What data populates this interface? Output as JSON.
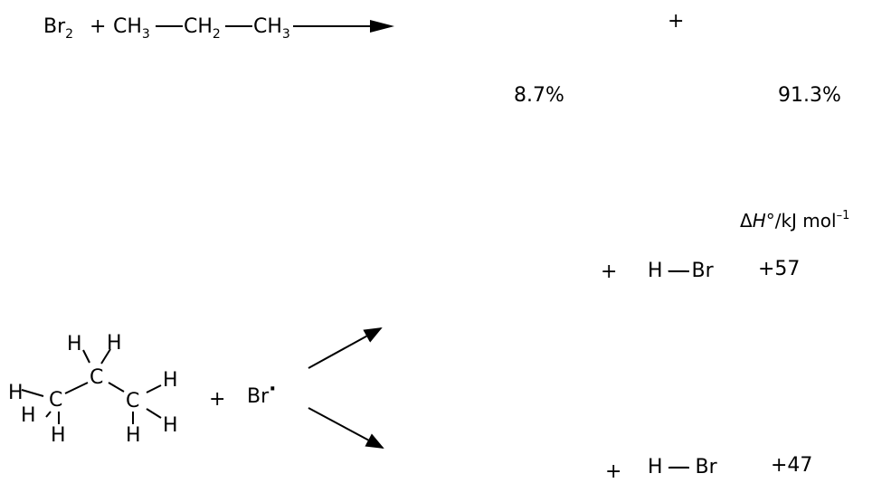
{
  "reaction": {
    "reactant_br": "Br",
    "reactant_br_sub": "2",
    "plus": "+",
    "propane_ch3a": "CH",
    "propane_ch3a_sub": "3",
    "propane_ch2": "CH",
    "propane_ch2_sub": "2",
    "propane_ch3b": "CH",
    "propane_ch3b_sub": "3",
    "product_plus": "+",
    "yield_1": "8.7%",
    "yield_2": "91.3%"
  },
  "thermo": {
    "header_delta": "Δ",
    "header_h": "H",
    "header_rest": "°/kJ mol",
    "header_sup": "–1",
    "row1_plus": "+",
    "row1_hbr": "H — Br",
    "row1_value": "+57",
    "row2_plus": "+",
    "row2_hbr": "H — Br",
    "row2_value": "+47"
  },
  "propane_structure": {
    "atom_c": "C",
    "atom_h": "H",
    "plus": "+",
    "radical": "Br",
    "radical_dot": "·"
  }
}
